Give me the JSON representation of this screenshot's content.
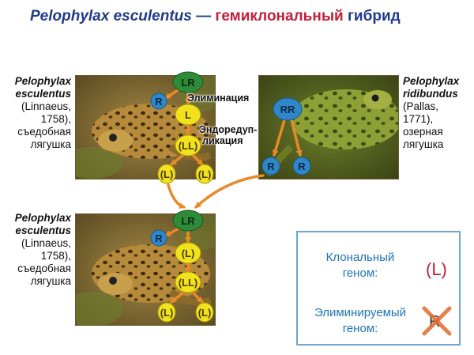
{
  "title": {
    "species": "Pelophylax esculentus",
    "separator": "—",
    "highlight": "гемиклональный",
    "rest": "гибрид"
  },
  "species_left_top": {
    "name_line1": "Pelophylax",
    "name_line2": "esculentus",
    "author": "(Linnaeus,",
    "year": "1758),",
    "common1": "съедобная",
    "common2": "лягушка"
  },
  "species_left_bottom": {
    "name_line1": "Pelophylax",
    "name_line2": "esculentus",
    "author": "(Linnaeus,",
    "year": "1758),",
    "common1": "съедобная",
    "common2": "лягушка"
  },
  "species_right": {
    "name_line1": "Pelophylax",
    "name_line2": "ridibundus",
    "author": "(Pallas,",
    "year": "1771),",
    "common1": "озерная",
    "common2": "лягушка"
  },
  "annotations": {
    "elimination": "Элиминация",
    "endoredup_line1": "Эндоредуп-",
    "endoredup_line2": "ликация"
  },
  "genomes": {
    "hybrid": "LR",
    "eliminated": "R",
    "single": "L",
    "clonal": "(L)",
    "ridibundus": "RR",
    "gamete_r": "R"
  },
  "legend": {
    "clonal_label_1": "Клональный",
    "clonal_label_2": "геном:",
    "clonal_symbol": "(L)",
    "elim_label_1": "Элиминируемый",
    "elim_label_2": "геном:",
    "elim_symbol": "R"
  },
  "colors": {
    "title_blue": "#1f3a8a",
    "title_red": "#c0203a",
    "arrow_orange": "#e8892a",
    "green_circle": "#2e8b3a",
    "yellow_circle": "#f2e21e",
    "blue_circle": "#2f86c8",
    "legend_border": "#6fa4d6",
    "legend_text": "#1e73b8",
    "cross_orange": "#e46a2e"
  }
}
